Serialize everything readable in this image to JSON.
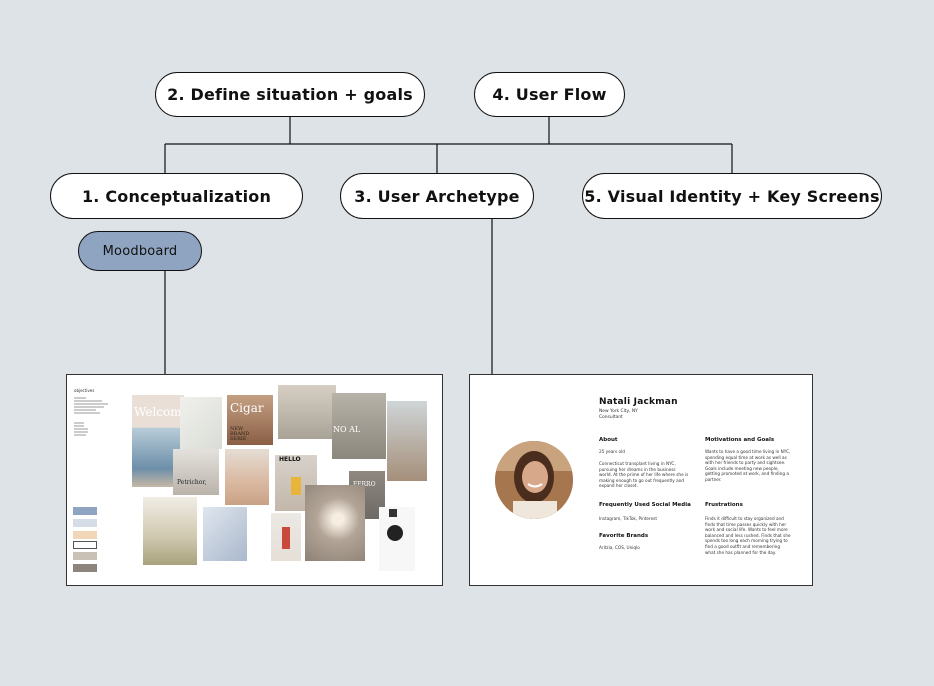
{
  "nodes": {
    "define": "2. Define situation + goals",
    "flow": "4. User Flow",
    "concept": "1. Conceptualization",
    "archetype": "3. User Archetype",
    "visual": "5. Visual Identity + Key Screens",
    "moodboard": "Moodboard"
  },
  "moodboard": {
    "notes_heading": "objectives",
    "swatch_colors": [
      "#8ea4c0",
      "#d6dde6",
      "#f2d6b8",
      "#ffffff",
      "#c9c0b6",
      "#8b857e"
    ],
    "tiles": {
      "welcome": "Welcome",
      "cigar": "Cigar",
      "brand": "NEW BRAND SERIE",
      "petrichor": "Petrichor,",
      "hello": "HELLO",
      "noumal": "NO    AL",
      "ferrol": "FERRO"
    }
  },
  "archetype": {
    "name": "Natali Jackman",
    "location": "New York City, NY",
    "role": "Consultant",
    "about_heading": "About",
    "age": "25 years old",
    "about_text": "Connecticut transplant living in NYC, pursuing her dreams in the business world. At the prime of her life where she is making enough to go out frequently and expand her closet.",
    "social_heading": "Frequently Used Social Media",
    "social_text": "Instagram, TikTok, Pinterest",
    "brands_heading": "Favorite Brands",
    "brands_text": "Aritzia, COS, Uniqlo",
    "goals_heading": "Motivations and Goals",
    "goals_text": "Wants to have a good time living in NYC, spending equal time at work as well as with her friends to party and sightsee. Goals include meeting new people, getting promoted at work, and finding a partner.",
    "frustrations_heading": "Frustrations",
    "frustrations_text": "Finds it difficult to stay organized and finds that time passes quickly with her work and social life. Wants to feel more balanced and less rushed. Finds that she spends too long each morning trying to find a good outfit and remembering what she has planned for the day."
  }
}
